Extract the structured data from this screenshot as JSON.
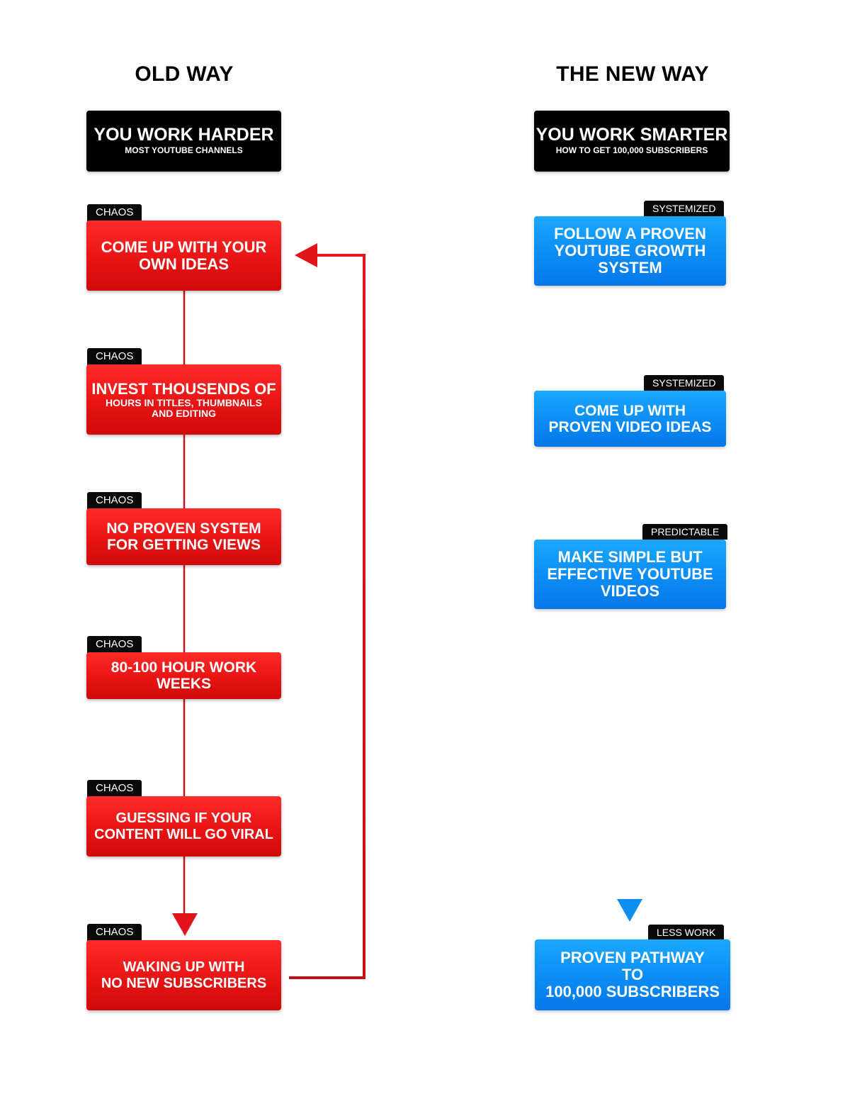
{
  "headings": {
    "old": "OLD WAY",
    "new": "THE NEW WAY"
  },
  "old_header": {
    "title": "YOU WORK HARDER",
    "subtitle": "MOST YOUTUBE CHANNELS"
  },
  "new_header": {
    "title": "YOU WORK SMARTER",
    "subtitle": "HOW TO GET 100,000 SUBSCRIBERS"
  },
  "old_steps": [
    {
      "tag": "CHAOS",
      "lines": [
        "COME UP WITH YOUR",
        "OWN IDEAS"
      ]
    },
    {
      "tag": "CHAOS",
      "title": "INVEST THOUSENDS OF",
      "detail": [
        "HOURS IN TITLES, THUMBNAILS",
        "AND EDITING"
      ]
    },
    {
      "tag": "CHAOS",
      "lines": [
        "NO PROVEN SYSTEM",
        "FOR GETTING VIEWS"
      ]
    },
    {
      "tag": "CHAOS",
      "lines": [
        "80-100 HOUR WORK",
        "WEEKS"
      ]
    },
    {
      "tag": "CHAOS",
      "lines": [
        "GUESSING IF YOUR",
        "CONTENT WILL GO VIRAL"
      ]
    },
    {
      "tag": "CHAOS",
      "lines": [
        "WAKING UP WITH",
        "NO NEW SUBSCRIBERS"
      ]
    }
  ],
  "new_steps": [
    {
      "tag": "SYSTEMIZED",
      "lines": [
        "FOLLOW A PROVEN",
        "YOUTUBE GROWTH",
        "SYSTEM"
      ]
    },
    {
      "tag": "SYSTEMIZED",
      "lines": [
        "COME UP WITH",
        "PROVEN VIDEO IDEAS"
      ]
    },
    {
      "tag": "PREDICTABLE",
      "lines": [
        "MAKE SIMPLE BUT",
        "EFFECTIVE YOUTUBE",
        "VIDEOS"
      ]
    },
    {
      "tag": "LESS WORK",
      "lines": [
        "PROVEN PATHWAY",
        "TO",
        "100,000 SUBSCRIBERS"
      ]
    }
  ],
  "colors": {
    "old_accent": "#e81414",
    "new_accent": "#0b8cf5",
    "header_bg": "#000000"
  }
}
